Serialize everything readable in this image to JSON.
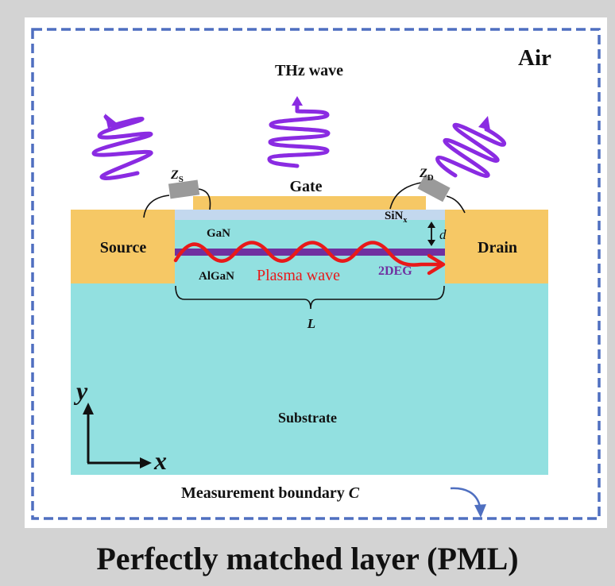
{
  "labels": {
    "air": "Air",
    "thz_wave": "THz wave",
    "gate": "Gate",
    "source": "Source",
    "drain": "Drain",
    "sinx_main": "SiN",
    "sinx_sub": "x",
    "gan": "GaN",
    "algan": "AlGaN",
    "plasma_wave": "Plasma wave",
    "twodeg": "2DEG",
    "d": "d",
    "L": "L",
    "zs_main": "Z",
    "zs_sub": "S",
    "zd_main": "Z",
    "zd_sub": "D",
    "substrate": "Substrate",
    "axis_x": "x",
    "axis_y": "y",
    "measurement_boundary": "Measurement boundary ",
    "measurement_symbol": "C",
    "pml_caption": "Perfectly matched layer (PML)"
  },
  "colors": {
    "background": "#d3d3d3",
    "panel": "#ffffff",
    "boundary_dash": "#4f6fc0",
    "electrode": "#f6c865",
    "substrate": "#92e0e0",
    "sinx": "#c3d8ee",
    "twodeg": "#7030a0",
    "plasma_wave": "#e8191a",
    "thz_wave": "#8a2be2",
    "impedance": "#9a9a9a",
    "text": "#111111",
    "twodeg_text": "#7030a0"
  }
}
